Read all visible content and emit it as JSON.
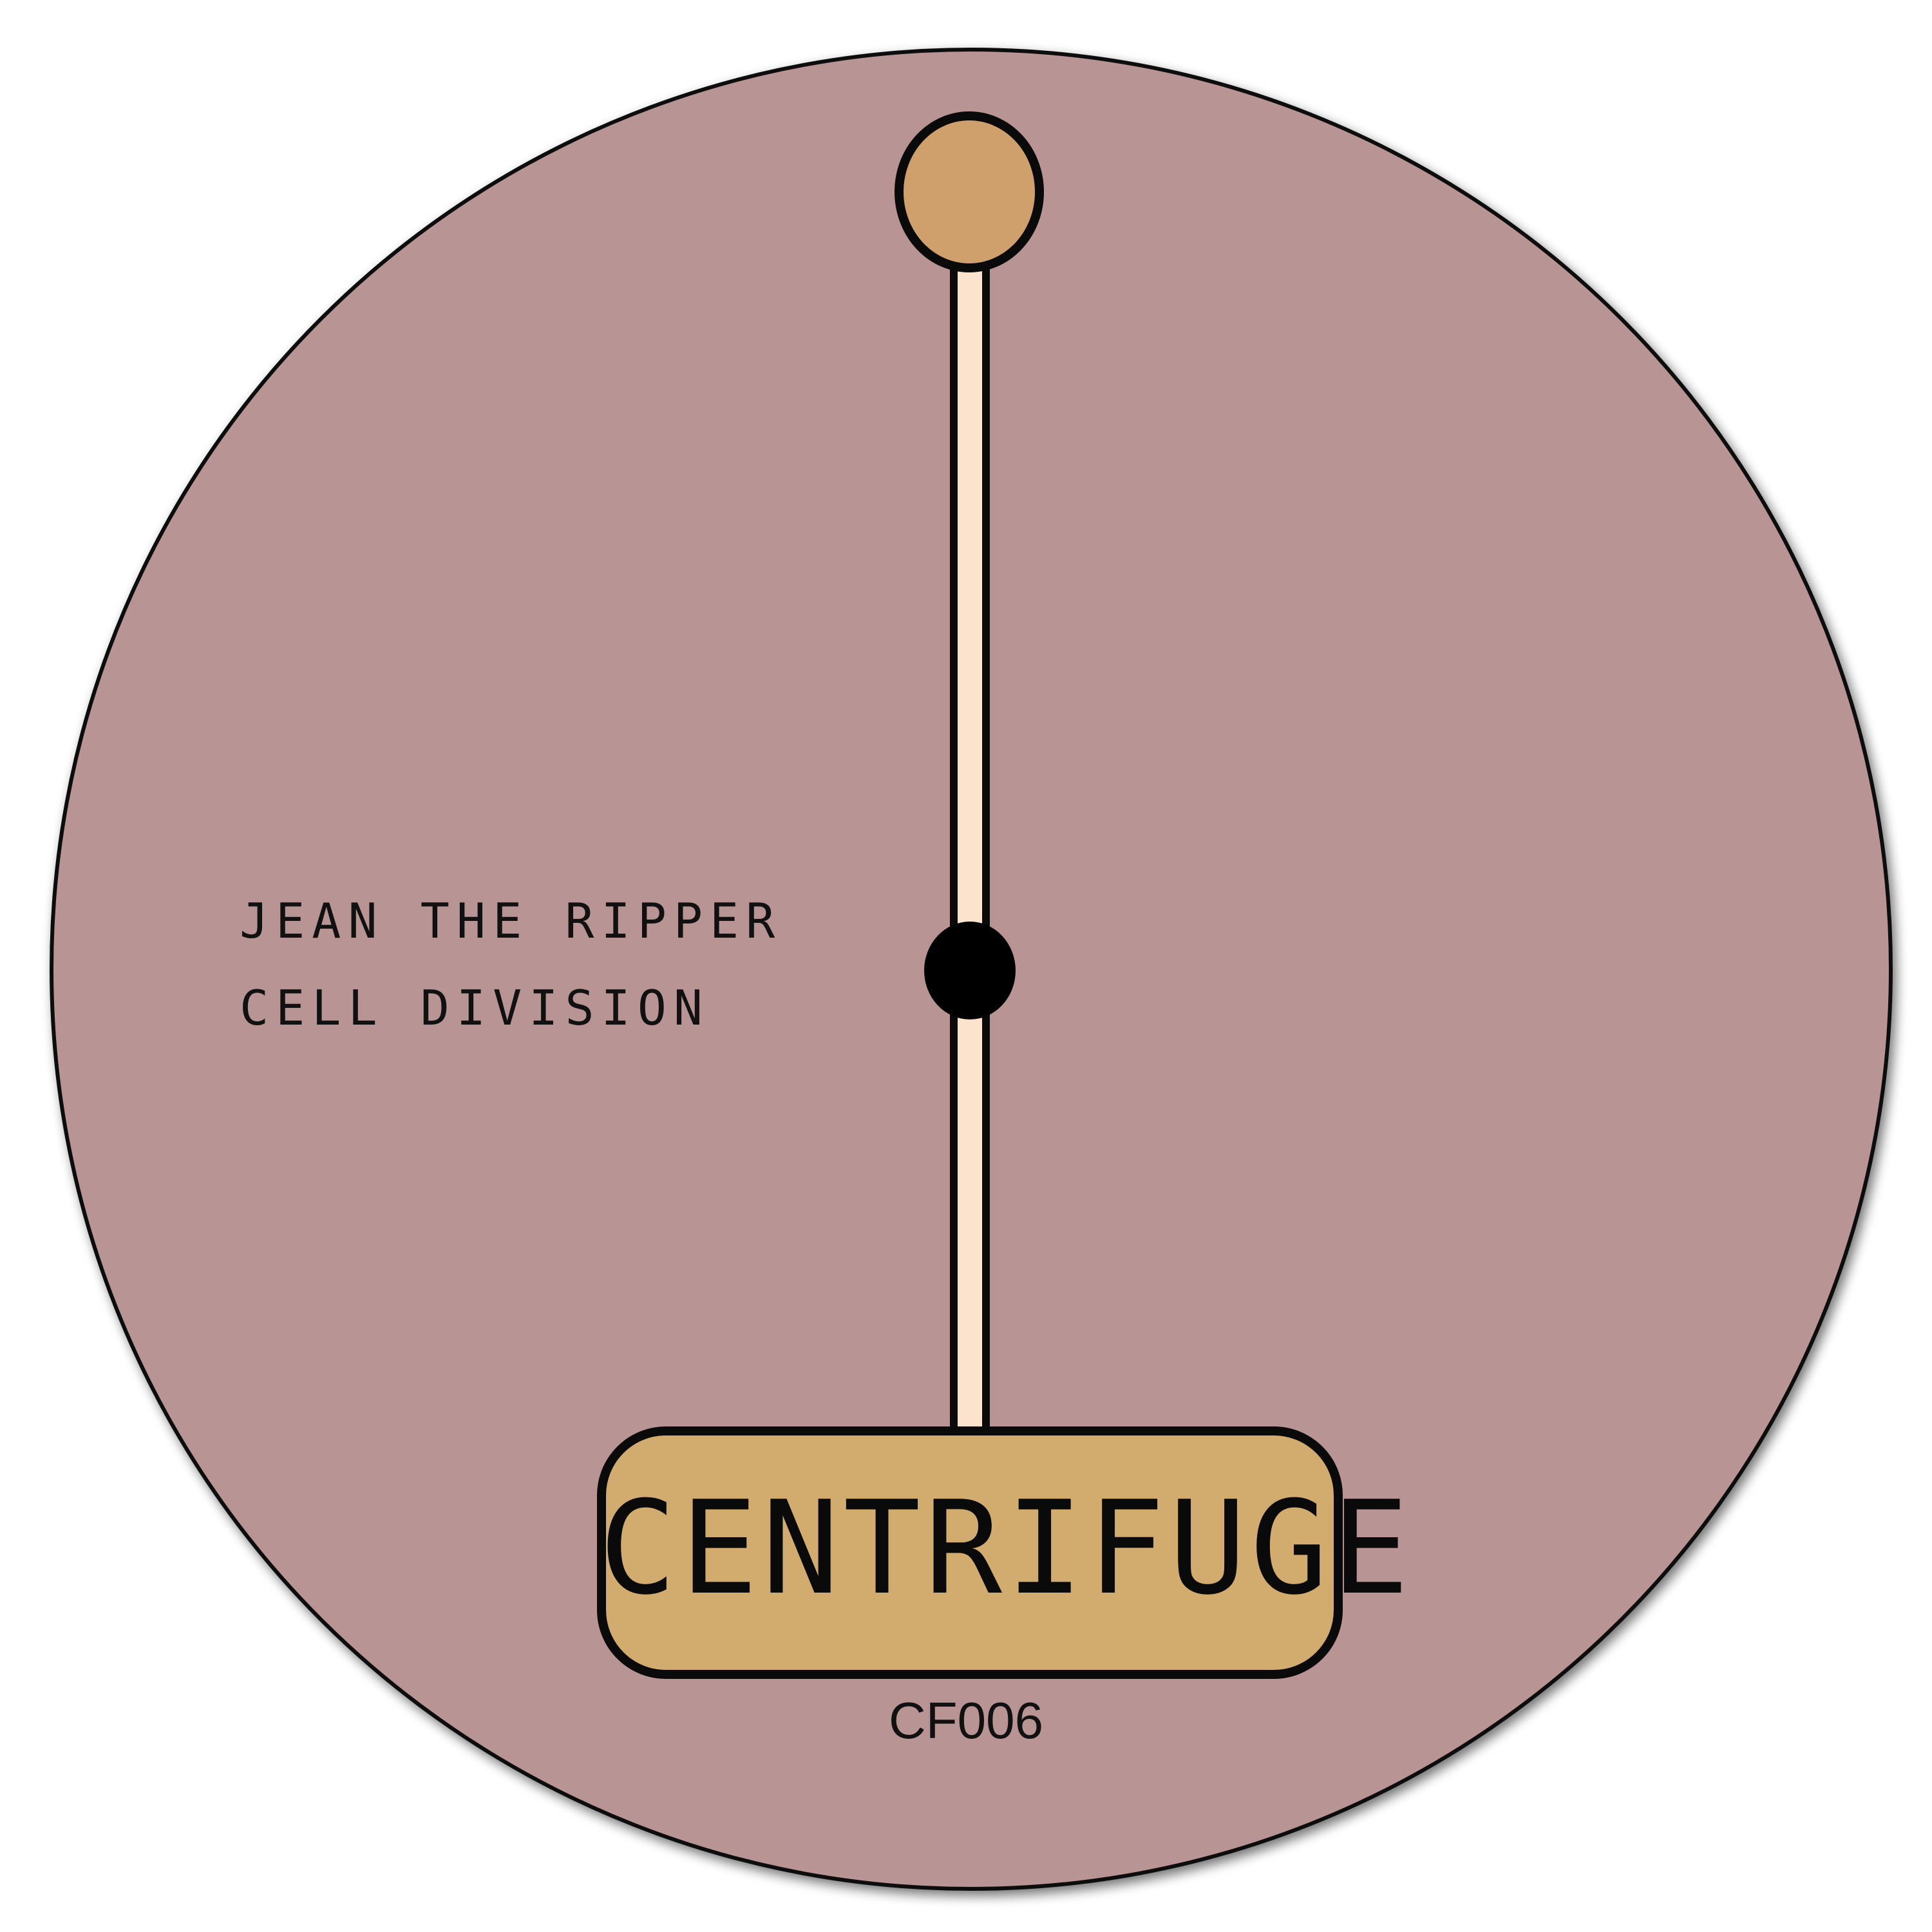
{
  "label": {
    "artist": "JEAN THE RIPPER",
    "title": "CELL DIVISION",
    "brand": "CENTRIFUGE",
    "catalog_number": "CF006"
  },
  "colors": {
    "background": "#ffffff",
    "disc": "#b99494",
    "disc_outline": "#111111",
    "knob": "#cfa06c",
    "rod": "#fbe3cd",
    "spindle": "#000000",
    "plate": "#d2ab6f",
    "outline": "#0a0a0a"
  }
}
